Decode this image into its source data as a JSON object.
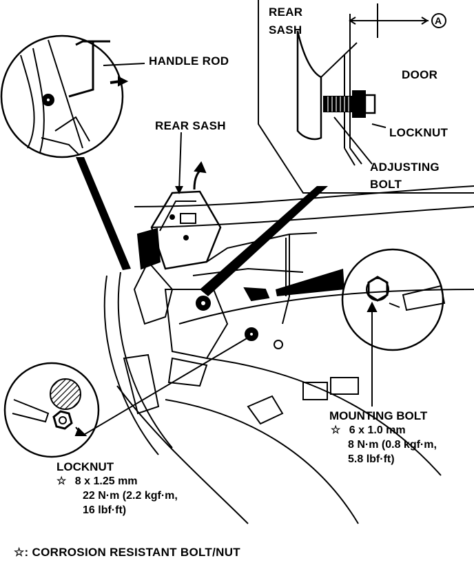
{
  "labels": {
    "handle_rod": "HANDLE ROD",
    "rear_sash_main": "REAR SASH",
    "rear_sash_detail_1": "REAR",
    "rear_sash_detail_2": "SASH",
    "detail_a": "A",
    "door": "DOOR",
    "locknut_detail": "LOCKNUT",
    "adjusting_bolt_1": "ADJUSTING",
    "adjusting_bolt_2": "BOLT"
  },
  "mounting_bolt": {
    "title": "MOUNTING BOLT",
    "symbol": "☆",
    "size": "6 x 1.0 mm",
    "torque_1": "8 N·m (0.8 kgf·m,",
    "torque_2": "5.8 lbf·ft)"
  },
  "locknut": {
    "title": "LOCKNUT",
    "symbol": "☆",
    "size": "8 x 1.25 mm",
    "torque_1": "22 N·m (2.2 kgf·m,",
    "torque_2": "16 lbf·ft)"
  },
  "footer": {
    "symbol": "☆",
    "text": ": CORROSION RESISTANT BOLT/NUT"
  }
}
